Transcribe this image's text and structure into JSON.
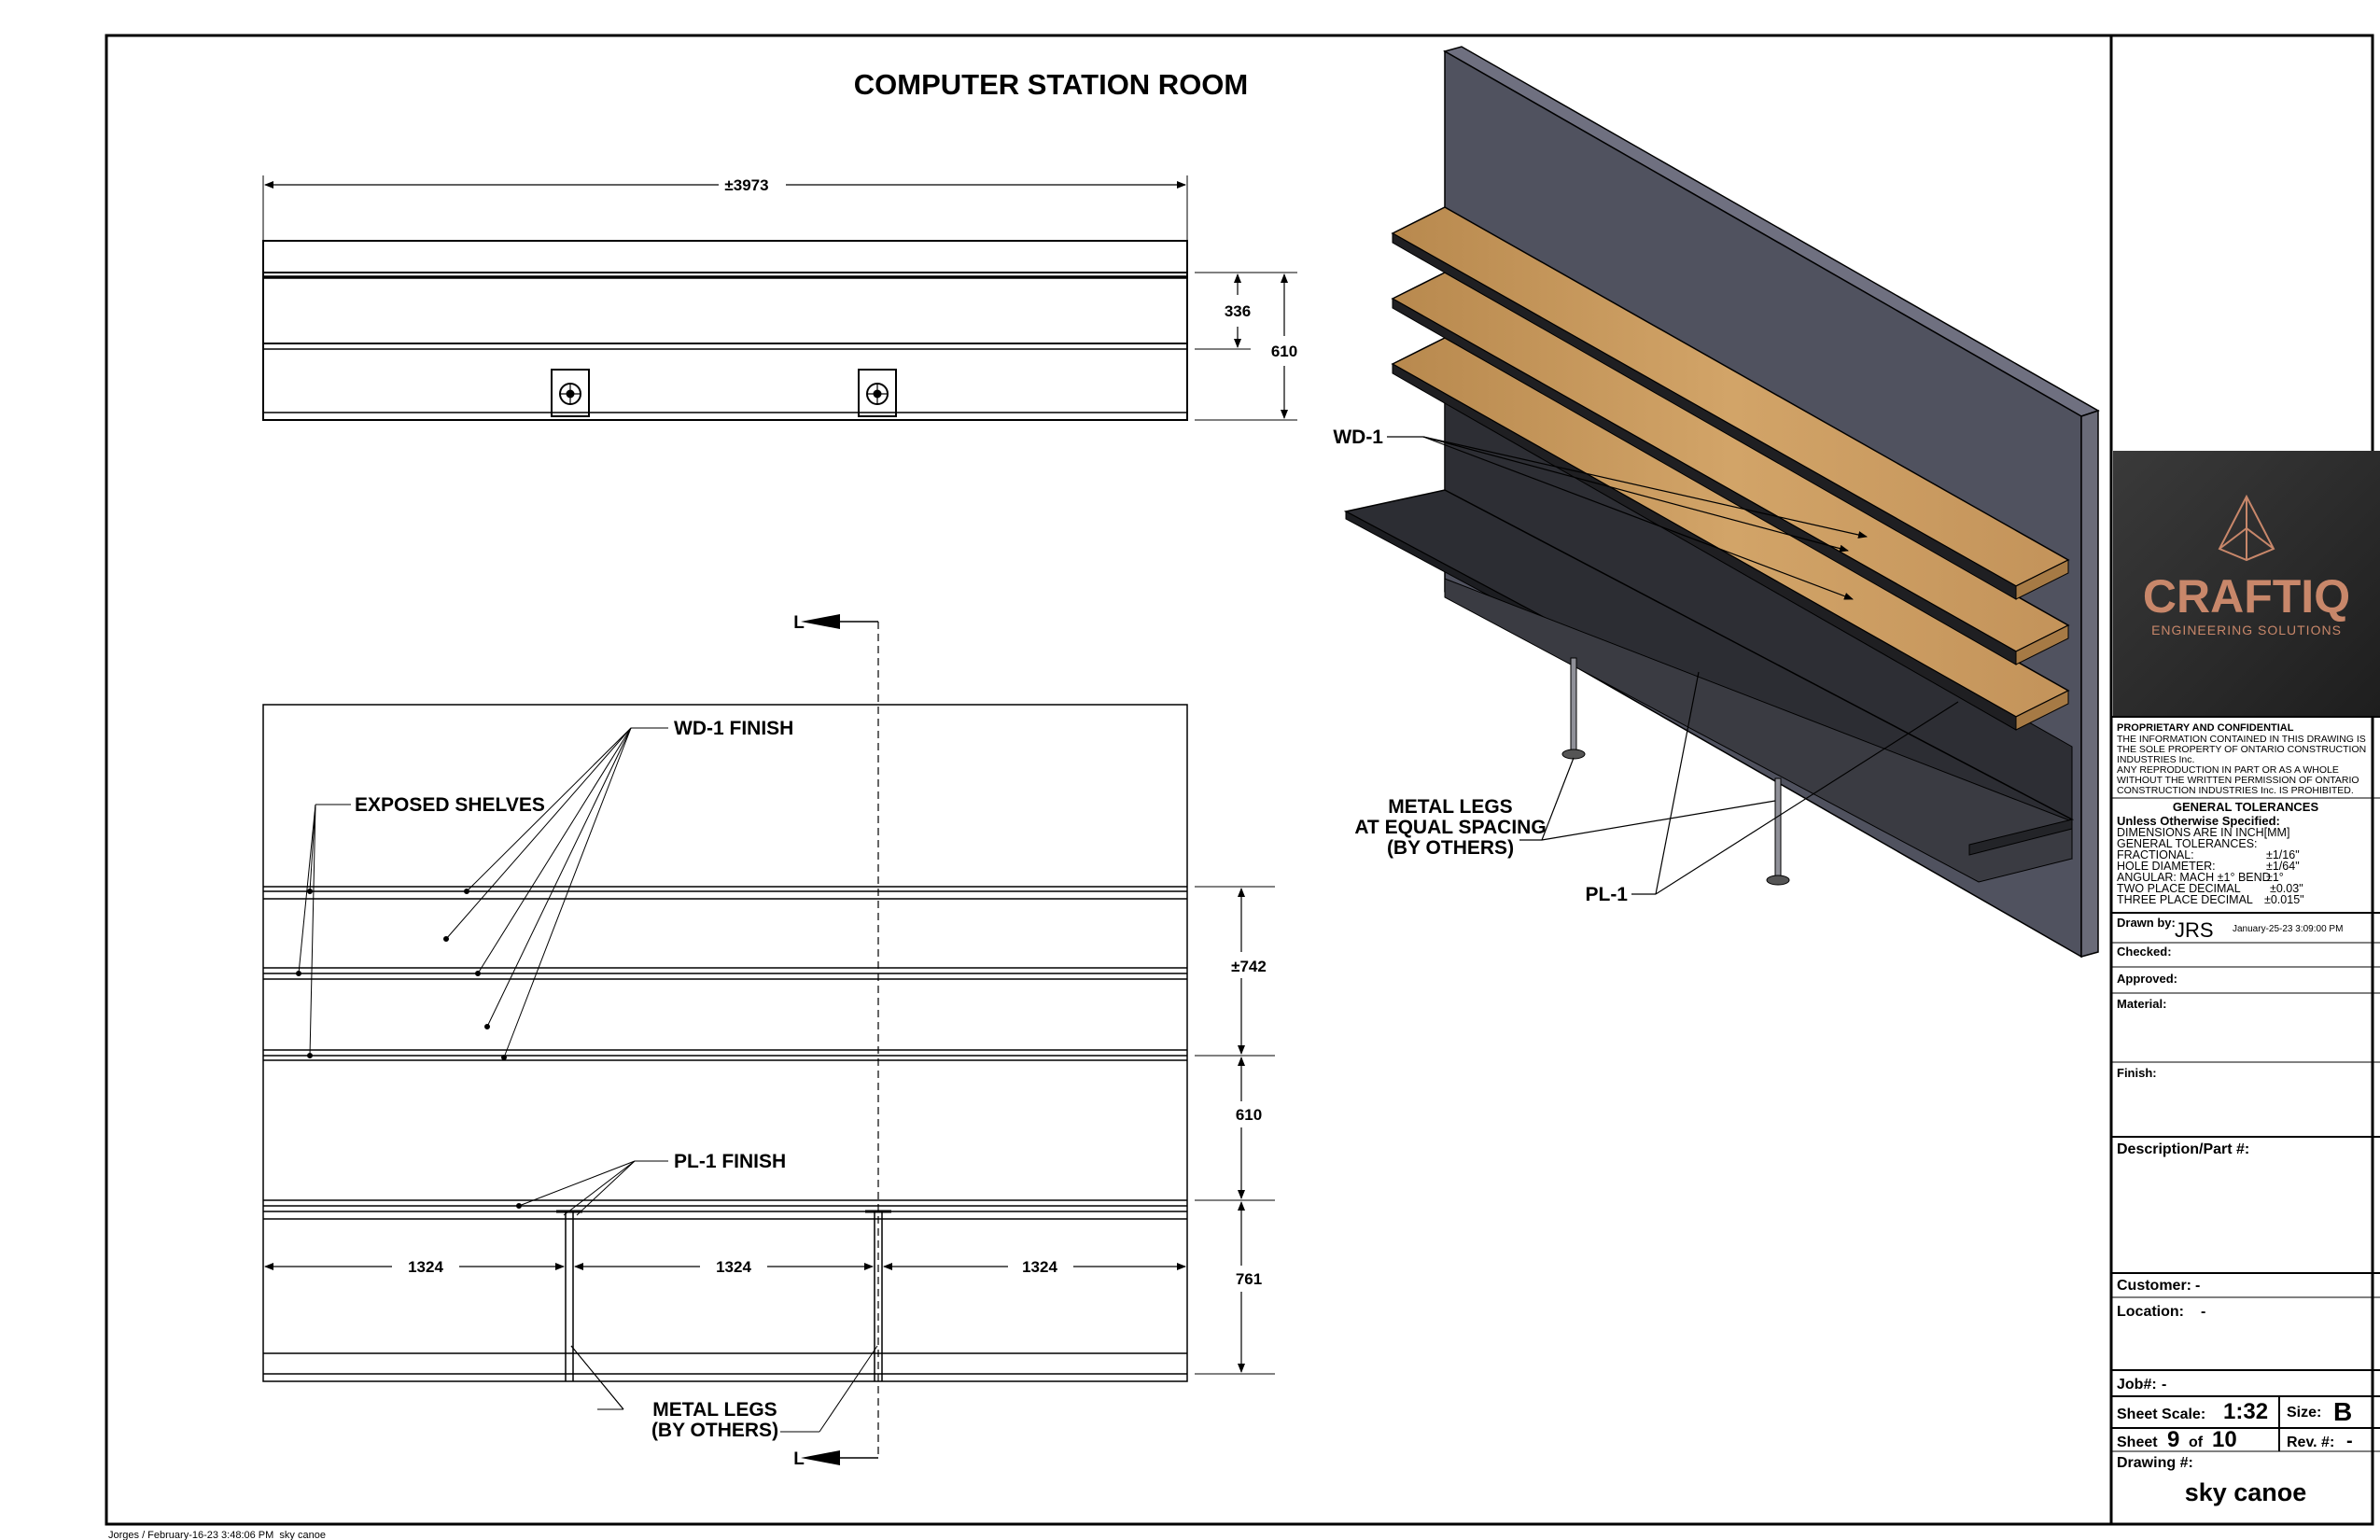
{
  "title": "COMPUTER STATION ROOM",
  "footer": "Jorges / February-16-23 3:48:06 PM  sky canoe",
  "top_view": {
    "overall_width": "±3973",
    "dim_336": "336",
    "dim_610": "610"
  },
  "front_view": {
    "section_marker": "L",
    "labels": {
      "wd1_finish": "WD-1 FINISH",
      "exposed_shelves": "EXPOSED SHELVES",
      "pl1_finish": "PL-1 FINISH",
      "metal_legs_line1": "METAL LEGS",
      "metal_legs_line2": "(BY OTHERS)"
    },
    "dims": {
      "d742": "±742",
      "d610": "610",
      "d761": "761",
      "spacing_1": "1324",
      "spacing_2": "1324",
      "spacing_3": "1324"
    }
  },
  "iso_view": {
    "wd1": "WD-1",
    "pl1": "PL-1",
    "legs_line1": "METAL LEGS",
    "legs_line2": "AT EQUAL SPACING",
    "legs_line3": "(BY OTHERS)",
    "colors": {
      "panel": "#4d4f5c",
      "wood": "#c99a5c",
      "dark": "#2a2b30"
    }
  },
  "title_block": {
    "logo_name": "CRAFTIQ",
    "logo_sub": "ENGINEERING SOLUTIONS",
    "logo_bg": "#2b2b2b",
    "logo_color": "#c8876a",
    "proprietary_title": "PROPRIETARY AND CONFIDENTIAL",
    "proprietary_lines": [
      "THE INFORMATION CONTAINED IN THIS DRAWING IS",
      "THE SOLE PROPERTY OF ONTARIO CONSTRUCTION",
      "INDUSTRIES Inc.",
      "ANY REPRODUCTION IN PART OR AS A WHOLE",
      "WITHOUT THE WRITTEN PERMISSION OF ONTARIO",
      "CONSTRUCTION INDUSTRIES Inc. IS PROHIBITED."
    ],
    "tolerances_title": "GENERAL TOLERANCES",
    "unless": "Unless Otherwise Specified:",
    "tol_lines": [
      [
        "DIMENSIONS ARE IN INCH[MM]",
        ""
      ],
      [
        "GENERAL TOLERANCES:",
        ""
      ],
      [
        "FRACTIONAL:",
        "±1/16\""
      ],
      [
        "HOLE DIAMETER:",
        "±1/64\""
      ],
      [
        "ANGULAR: MACH ±1° BEND",
        "±1°"
      ],
      [
        "TWO PLACE DECIMAL",
        "±0.03\""
      ],
      [
        "THREE PLACE DECIMAL",
        "±0.015\""
      ]
    ],
    "drawn_by_label": "Drawn by:",
    "drawn_by": "JRS",
    "drawn_date": "January-25-23 3:09:00 PM",
    "checked_label": "Checked:",
    "approved_label": "Approved:",
    "material_label": "Material:",
    "finish_label": "Finish:",
    "description_label": "Description/Part #:",
    "customer_label": "Customer:",
    "customer": "-",
    "location_label": "Location:",
    "location": "-",
    "job_label": "Job#:",
    "job": "-",
    "sheet_scale_label": "Sheet Scale:",
    "sheet_scale": "1:32",
    "size_label": "Size:",
    "size": "B",
    "sheet_label": "Sheet",
    "sheet_num": "9",
    "of_label": "of",
    "sheet_total": "10",
    "rev_label": "Rev. #:",
    "rev": "-",
    "drawing_label": "Drawing #:",
    "drawing": "sky canoe"
  }
}
